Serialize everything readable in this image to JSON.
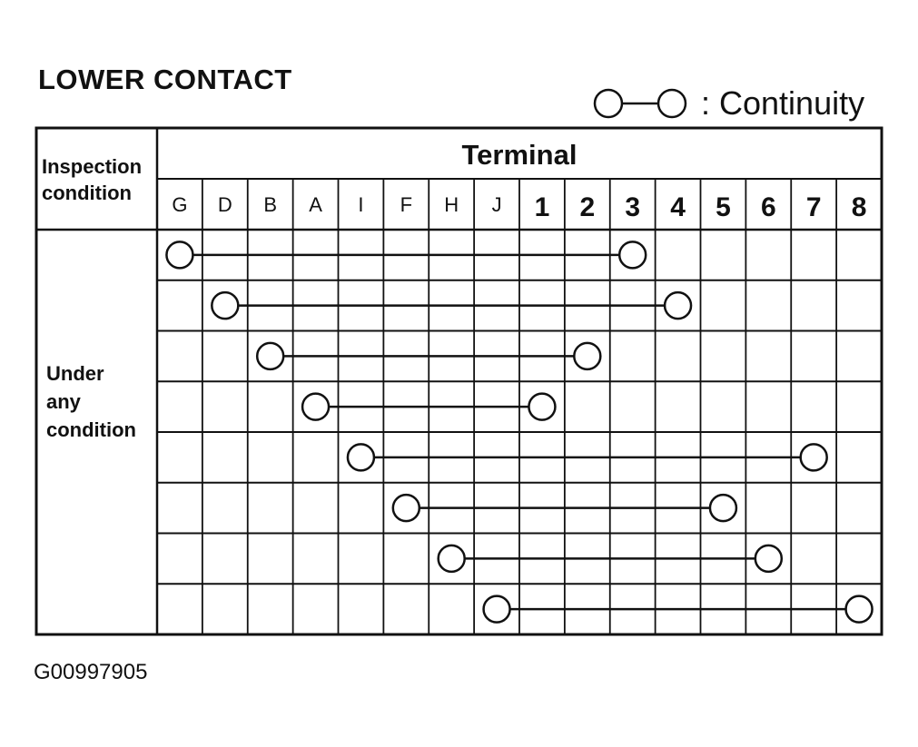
{
  "title": "LOWER CONTACT",
  "legend": {
    "text": ": Continuity"
  },
  "table": {
    "header_label": "Inspection condition",
    "header_label_lines": [
      "Inspection",
      "condition"
    ],
    "terminal_header": "Terminal",
    "terminals": [
      "G",
      "D",
      "B",
      "A",
      "I",
      "F",
      "H",
      "J",
      "1",
      "2",
      "3",
      "4",
      "5",
      "6",
      "7",
      "8"
    ],
    "condition": "Under any condition",
    "condition_lines": [
      "Under",
      "any",
      "condition"
    ],
    "continuity_pairs": [
      [
        "G",
        "3"
      ],
      [
        "D",
        "4"
      ],
      [
        "B",
        "2"
      ],
      [
        "A",
        "1"
      ],
      [
        "I",
        "7"
      ],
      [
        "F",
        "5"
      ],
      [
        "H",
        "6"
      ],
      [
        "J",
        "8"
      ]
    ]
  },
  "figure_id": "G00997905",
  "colors": {
    "ink": "#111111",
    "background": "#ffffff"
  }
}
